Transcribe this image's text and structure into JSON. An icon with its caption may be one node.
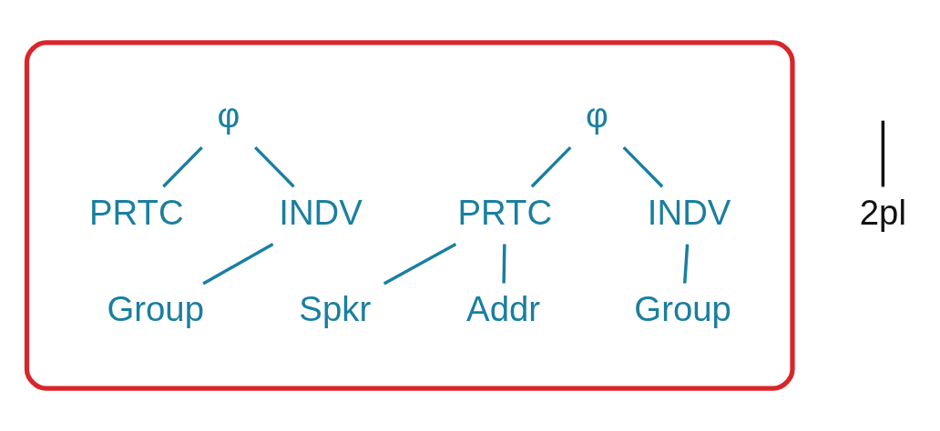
{
  "diagram": {
    "nodes": [
      {
        "text": [],
        "shape": "box"
      },
      {
        "text": [
          "2pl"
        ]
      },
      {
        "text": [
          "φ"
        ],
        "in": 0
      },
      {
        "text": [
          "PRTC"
        ],
        "in": 0
      },
      {
        "text": [
          "INDV"
        ],
        "in": 0
      },
      {
        "text": [
          "Spkr"
        ],
        "in": 0
      },
      {
        "text": [
          "Addr"
        ],
        "in": 0
      },
      {
        "text": [
          "Group"
        ],
        "in": 0
      },
      {
        "text": [
          "φ"
        ],
        "in": 0
      },
      {
        "text": [
          "PRTC"
        ],
        "in": 0
      },
      {
        "text": [
          "INDV"
        ],
        "in": 0
      },
      {
        "text": [
          "Group"
        ],
        "in": 0
      }
    ],
    "edges": [
      {
        "from": null,
        "to": 1,
        "arrow": "none",
        "color": "#111111"
      },
      {
        "from": 2,
        "to": 3,
        "arrow": "none"
      },
      {
        "from": 2,
        "to": 4,
        "arrow": "none"
      },
      {
        "from": 3,
        "to": 5,
        "arrow": "none"
      },
      {
        "from": 3,
        "to": 6,
        "arrow": "none"
      },
      {
        "from": 4,
        "to": 7,
        "arrow": "none"
      },
      {
        "from": 8,
        "to": 9,
        "arrow": "none"
      },
      {
        "from": 8,
        "to": 10,
        "arrow": "none"
      },
      {
        "from": 10,
        "to": 11,
        "arrow": "none"
      }
    ]
  }
}
